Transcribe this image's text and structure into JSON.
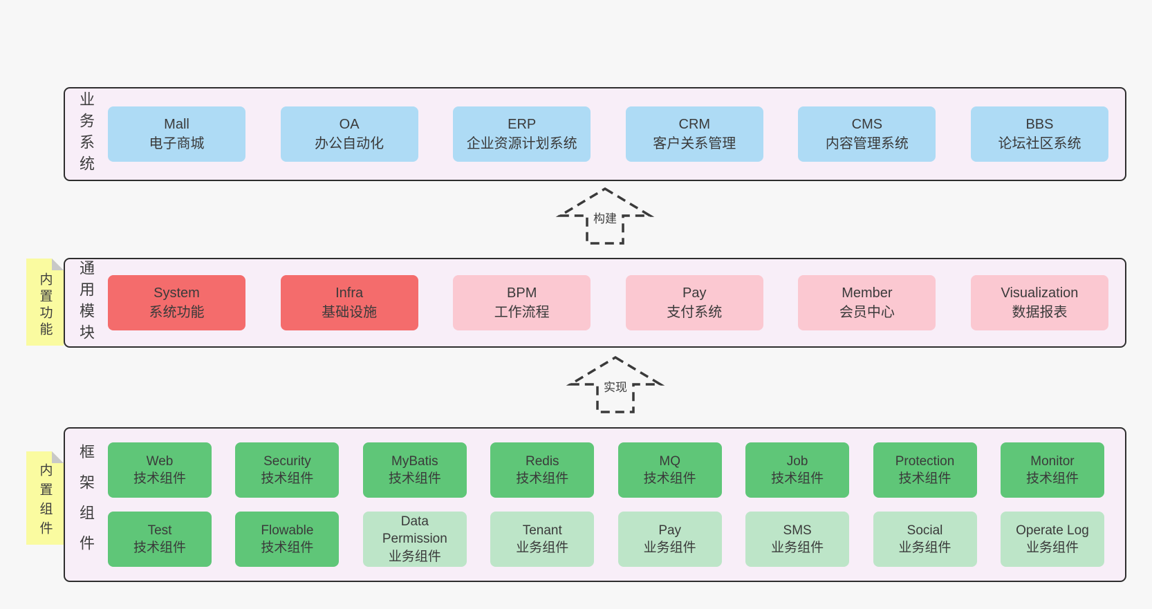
{
  "layers": [
    {
      "label": "业务系统",
      "boxes": [
        {
          "name": "Mall",
          "desc": "电子商城"
        },
        {
          "name": "OA",
          "desc": "办公自动化"
        },
        {
          "name": "ERP",
          "desc": "企业资源计划系统"
        },
        {
          "name": "CRM",
          "desc": "客户关系管理"
        },
        {
          "name": "CMS",
          "desc": "内容管理系统"
        },
        {
          "name": "BBS",
          "desc": "论坛社区系统"
        }
      ]
    },
    {
      "label": "通用模块",
      "note": "内置功能",
      "boxes": [
        {
          "name": "System",
          "desc": "系统功能"
        },
        {
          "name": "Infra",
          "desc": "基础设施"
        },
        {
          "name": "BPM",
          "desc": "工作流程"
        },
        {
          "name": "Pay",
          "desc": "支付系统"
        },
        {
          "name": "Member",
          "desc": "会员中心"
        },
        {
          "name": "Visualization",
          "desc": "数据报表"
        }
      ]
    },
    {
      "label": "框架组件",
      "note": "内置组件",
      "rows": [
        [
          {
            "name": "Web",
            "desc": "技术组件"
          },
          {
            "name": "Security",
            "desc": "技术组件"
          },
          {
            "name": "MyBatis",
            "desc": "技术组件"
          },
          {
            "name": "Redis",
            "desc": "技术组件"
          },
          {
            "name": "MQ",
            "desc": "技术组件"
          },
          {
            "name": "Job",
            "desc": "技术组件"
          },
          {
            "name": "Protection",
            "desc": "技术组件"
          },
          {
            "name": "Monitor",
            "desc": "技术组件"
          }
        ],
        [
          {
            "name": "Test",
            "desc": "技术组件"
          },
          {
            "name": "Flowable",
            "desc": "技术组件"
          },
          {
            "name": "Data Permission",
            "desc": "业务组件"
          },
          {
            "name": "Tenant",
            "desc": "业务组件"
          },
          {
            "name": "Pay",
            "desc": "业务组件"
          },
          {
            "name": "SMS",
            "desc": "业务组件"
          },
          {
            "name": "Social",
            "desc": "业务组件"
          },
          {
            "name": "Operate Log",
            "desc": "业务组件"
          }
        ]
      ]
    }
  ],
  "arrows": [
    {
      "label": "构建"
    },
    {
      "label": "实现"
    }
  ],
  "colors": {
    "background": "#f7f7f7",
    "layer_fill": "#f8eef8",
    "layer_border": "#2e2e2e",
    "business_box": "#aedbf5",
    "core_module_box": "#f46c6c",
    "optional_module_box": "#fbc8d1",
    "tech_component_box": "#5fc678",
    "biz_component_box": "#bde5c8",
    "sticky_note": "#fafba0",
    "text": "#3d3d3d"
  }
}
